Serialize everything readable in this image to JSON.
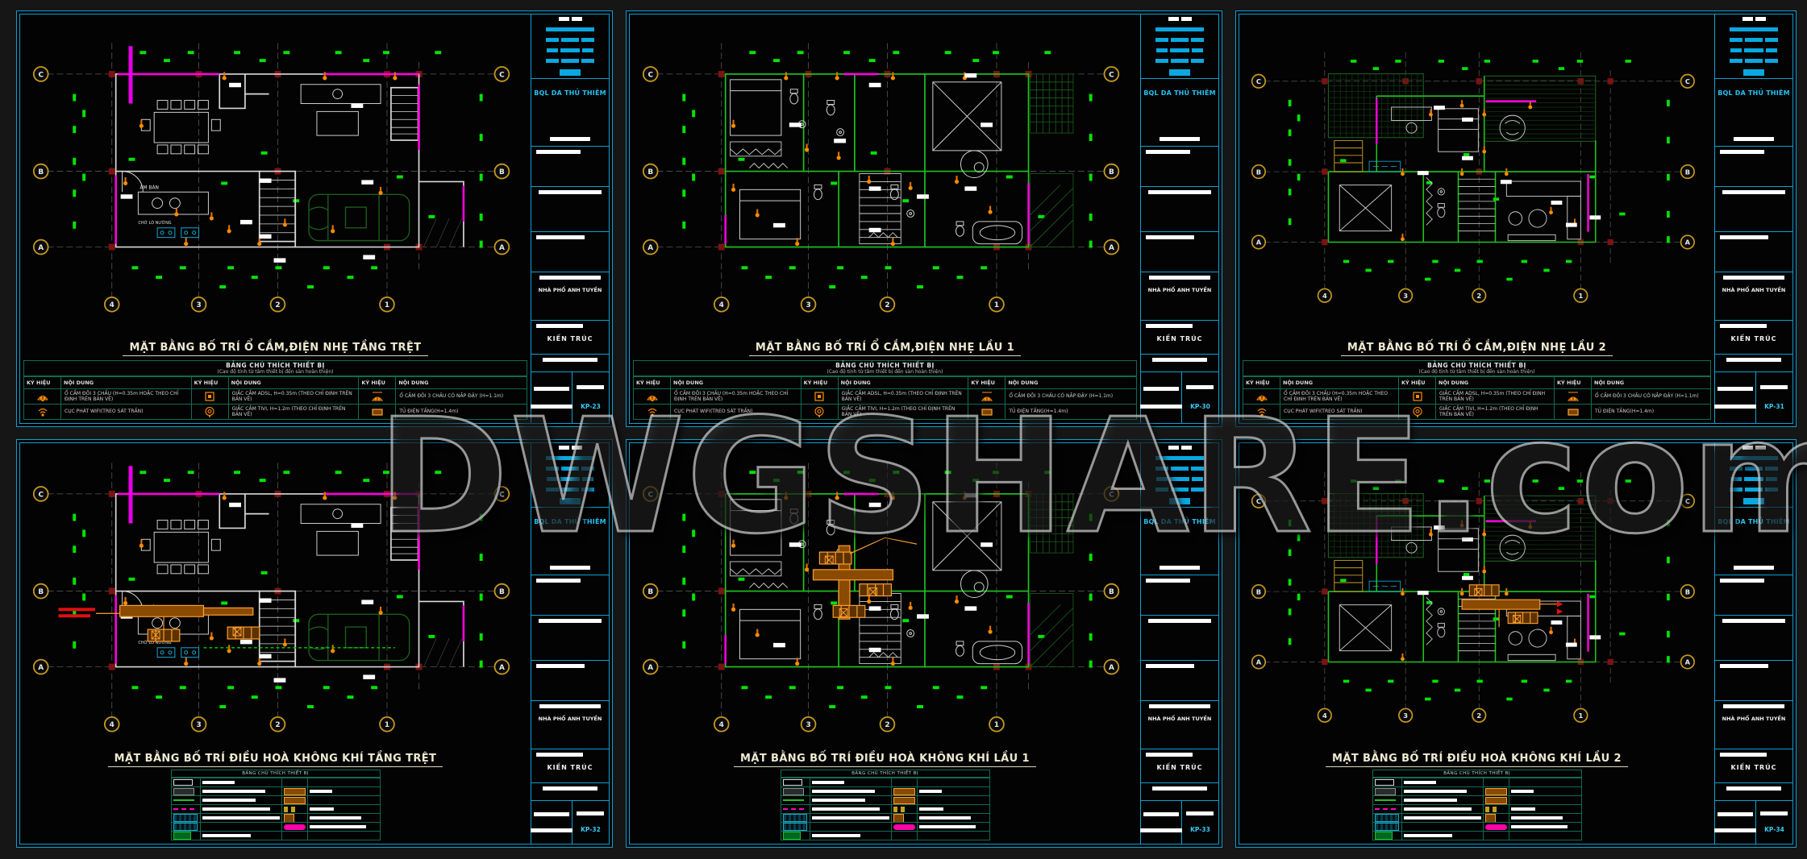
{
  "page": {
    "watermark": "DWGSHARE.com"
  },
  "colors": {
    "sheet_border_cyan": "#0f9fd0",
    "dim_green": "#00e400",
    "wall_white": "#d9d9d9",
    "wall_green": "#1ec41e",
    "accent_magenta": "#ff00dd",
    "symbol_orange": "#ff8c00",
    "bubble_yellow": "#c79a1e"
  },
  "grid": {
    "rows": [
      "C",
      "B",
      "A"
    ],
    "cols": [
      "4",
      "3",
      "2",
      "1"
    ]
  },
  "plan_labels": {
    "am_ban": "ÂM BÀN",
    "cho_lo_nuong": "CHỜ LÒ NƯỚNG"
  },
  "title_block": {
    "company": "BQL DA THỦ THIÊM",
    "project": "NHÀ PHỐ ANH TUYỀN",
    "discipline": "KIẾN TRÚC"
  },
  "legend": {
    "header": "BẢNG CHÚ THÍCH THIẾT BỊ",
    "subheader": "(Cao độ tính từ tâm thiết bị đến sàn hoàn thiện)",
    "col_symbol": "KÝ HIỆU",
    "col_content": "NỘI DUNG",
    "rows": [
      [
        {
          "icon": "socket-3pin-icon",
          "text": "Ổ CẮM ĐÔI 3 CHẤU (H=0.35m HOẶC THEO CHỈ ĐỊNH TRÊN BẢN VẼ)"
        },
        {
          "icon": "adsl-jack-icon",
          "text": "GIẮC CẮM ADSL, H=0.35m (THEO CHỈ ĐỊNH TRÊN BẢN VẼ)"
        },
        {
          "icon": "socket-capped-icon",
          "text": "Ổ CẮM ĐÔI 3 CHẤU CÓ NẮP ĐẬY (H=1.1m)"
        }
      ],
      [
        {
          "icon": "wifi-ap-icon",
          "text": "CỤC PHÁT WIFI(TREO SÁT TRẦN)"
        },
        {
          "icon": "tv-jack-icon",
          "text": "GIẮC CẮM TIVI, H=1.2m (THEO CHỈ ĐỊNH TRÊN BẢN VẼ)"
        },
        {
          "icon": "panel-box-icon",
          "text": "TỦ ĐIỆN TẦNG(H=1.4m)"
        }
      ]
    ]
  },
  "legend_small": {
    "header": "BẢNG CHÚ THÍCH THIẾT BỊ"
  },
  "sheets": [
    {
      "title": "MẶT BẰNG BỐ TRÍ Ổ CẮM,ĐIỆN NHẸ TẦNG TRỆT",
      "code": "KP-23"
    },
    {
      "title": "MẶT BẰNG BỐ TRÍ Ổ CẮM,ĐIỆN NHẸ LẦU 1",
      "code": "KP-30"
    },
    {
      "title": "MẶT BẰNG BỐ TRÍ Ổ CẮM,ĐIỆN NHẸ LẦU 2",
      "code": "KP-31"
    },
    {
      "title": "MẶT BẰNG BỐ TRÍ ĐIỀU HOÀ KHÔNG KHÍ TẦNG TRỆT",
      "code": "KP-32"
    },
    {
      "title": "MẶT BẰNG BỐ TRÍ ĐIỀU HOÀ KHÔNG KHÍ LẦU 1",
      "code": "KP-33"
    },
    {
      "title": "MẶT BẰNG BỐ TRÍ ĐIỀU HOÀ KHÔNG KHÍ LẦU 2",
      "code": "KP-34"
    }
  ]
}
